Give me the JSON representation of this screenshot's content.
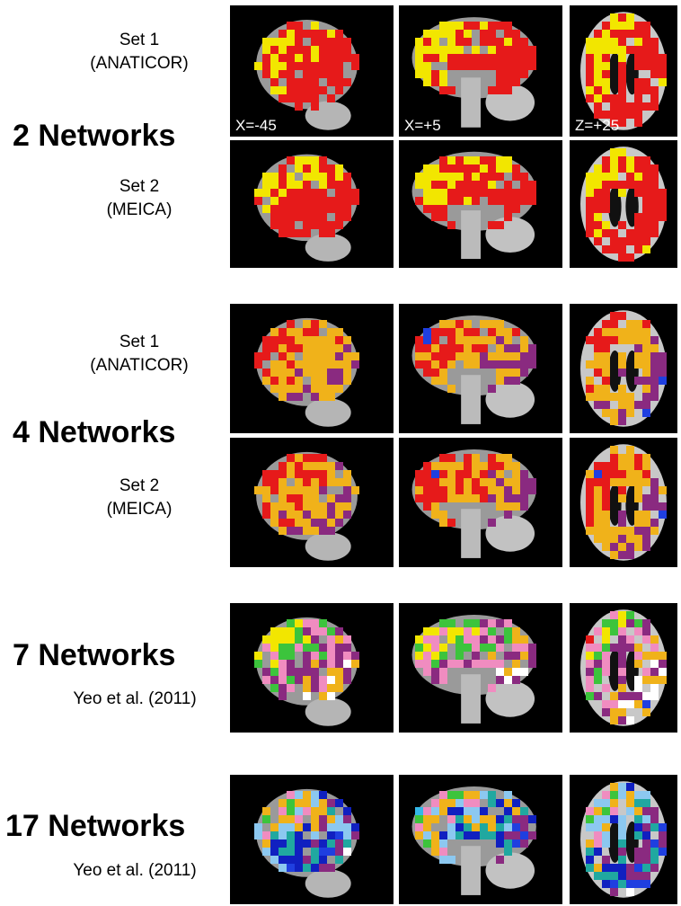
{
  "colors": {
    "yellow": "#f2e600",
    "red": "#e61a1a",
    "blue": "#1f3fe0",
    "purple": "#8a2a80",
    "orange": "#f0b21a",
    "green": "#3cc43c",
    "pink": "#f08cc0",
    "cyan": "#34b8e8",
    "lightblue": "#8cc8f0",
    "darkblue": "#1020c0",
    "teal": "#20a8a0",
    "white": "#ffffff",
    "grey": "#9a9a9a"
  },
  "views": [
    "lateral-sagittal",
    "medial-sagittal",
    "axial"
  ],
  "coordinates": [
    "X=-45",
    "X=+5",
    "Z=+25"
  ],
  "sections": [
    {
      "title": "2 Networks",
      "rows": [
        {
          "label_line1": "Set 1",
          "label_line2": "(ANATICOR)",
          "palette": [
            "yellow",
            "red"
          ]
        },
        {
          "label_line1": "Set 2",
          "label_line2": "(MEICA)",
          "palette": [
            "yellow",
            "red"
          ]
        }
      ]
    },
    {
      "title": "4 Networks",
      "rows": [
        {
          "label_line1": "Set 1",
          "label_line2": "(ANATICOR)",
          "palette": [
            "blue",
            "red",
            "orange",
            "purple"
          ]
        },
        {
          "label_line1": "Set 2",
          "label_line2": "(MEICA)",
          "palette": [
            "blue",
            "red",
            "orange",
            "purple"
          ]
        }
      ]
    },
    {
      "title": "7 Networks",
      "citation": "Yeo et al. (2011)",
      "rows": [
        {
          "palette": [
            "blue",
            "red",
            "yellow",
            "green",
            "pink",
            "purple",
            "orange",
            "white"
          ]
        }
      ]
    },
    {
      "title": "17 Networks",
      "citation": "Yeo et al. (2011)",
      "rows": [
        {
          "palette": [
            "yellow",
            "red",
            "cyan",
            "green",
            "pink",
            "orange",
            "lightblue",
            "darkblue",
            "teal",
            "purple",
            "blue",
            "white"
          ]
        }
      ]
    }
  ]
}
